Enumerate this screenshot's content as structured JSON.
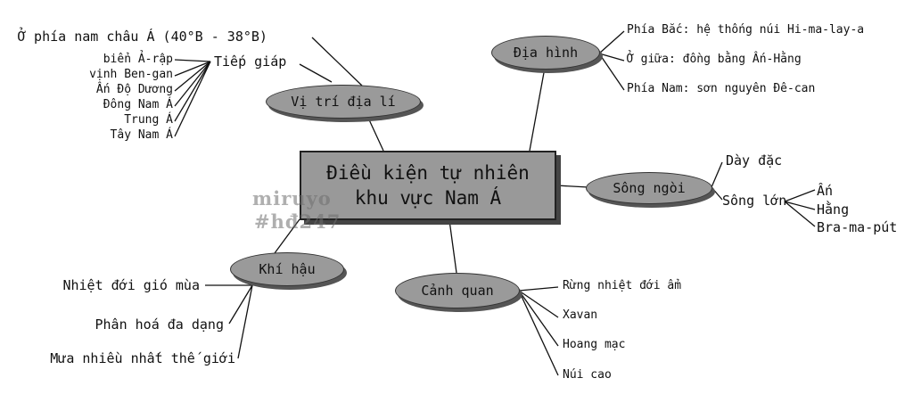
{
  "center": {
    "line1": "Điều kiện tự nhiên",
    "line2": "khu vực Nam Á"
  },
  "watermark": {
    "line1": "miruyo",
    "line2": "#hđ247"
  },
  "vi_tri": {
    "title": "Vị trí địa lí",
    "lat": "Ở phía nam châu Á (40°B - 38°B)",
    "tiep_giap": "Tiếp giáp",
    "borders": [
      "biển Ả-rập",
      "vịnh Ben-gan",
      "Ấn Độ Dương",
      "Đông Nam Á",
      "Trung Á",
      "Tây Nam Á"
    ]
  },
  "dia_hinh": {
    "title": "Địa hình",
    "items": [
      "Phía Bắc: hệ thống núi Hi-ma-lay-a",
      "Ở giữa: đồng bằng Ấn-Hằng",
      "Phía Nam: sơn nguyên Đê-can"
    ]
  },
  "song_ngoi": {
    "title": "Sông ngòi",
    "day_dac": "Dày đặc",
    "song_lon": "Sông lớn",
    "rivers": [
      "Ấn",
      "Hằng",
      "Bra-ma-pút"
    ]
  },
  "khi_hau": {
    "title": "Khí hậu",
    "items": [
      "Nhiệt đới gió mùa",
      "Phân hoá đa dạng",
      "Mưa nhiều nhất thế giới"
    ]
  },
  "canh_quan": {
    "title": "Cảnh quan",
    "items": [
      "Rừng nhiệt đới ẩm",
      "Xavan",
      "Hoang mạc",
      "Núi cao"
    ]
  },
  "colors": {
    "node_fill": "#9a9a9a",
    "box_fill": "#999999",
    "line": "#111111"
  }
}
